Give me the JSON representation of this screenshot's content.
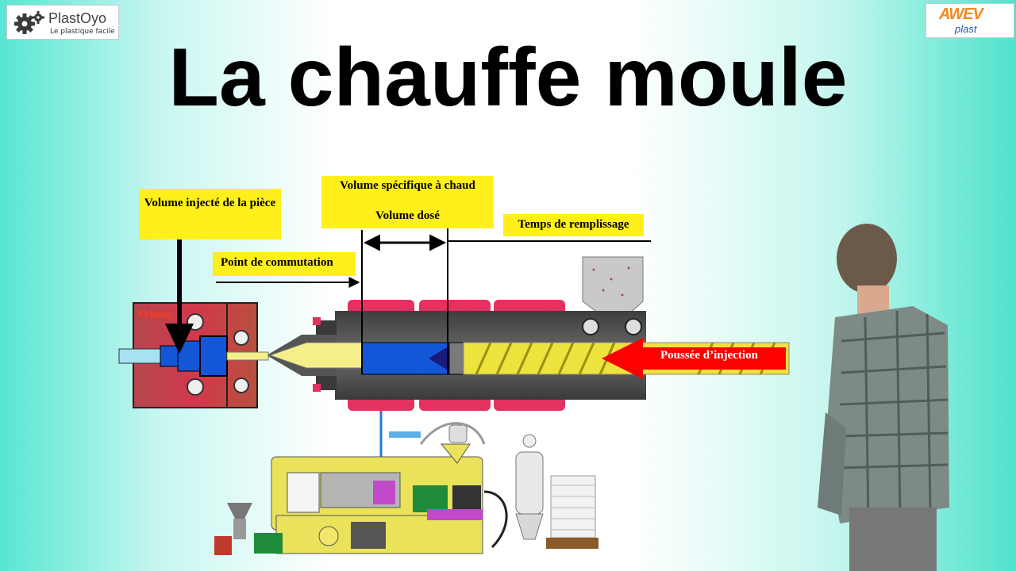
{
  "logos": {
    "left_brand": "PlastOyo",
    "left_tagline": "Le plastique facile",
    "right_top": "AWEV",
    "right_bottom": "plast"
  },
  "title": "La chauffe moule",
  "diagram": {
    "label_volume_injecte": "Volume injecté de la pièce",
    "label_volume_specifique": "Volume spécifique à chaud",
    "label_volume_dose": "Volume dosé",
    "label_temps_remplissage": "Temps de remplissage",
    "label_point_commutation": "Point de commutation",
    "label_poussee_injection": "Poussée d’injection",
    "label_echangeur": "Echang"
  },
  "colors": {
    "label_bg": "#ffef1a",
    "heater_band": "#e3325f",
    "mold": "#c33a4a",
    "melt_blue": "#1356d8",
    "screw_yellow": "#eee23c",
    "injection_arrow": "#ff0000"
  },
  "icons": [
    "gear-icon",
    "injection-machine-illustration",
    "presenter-figure"
  ]
}
